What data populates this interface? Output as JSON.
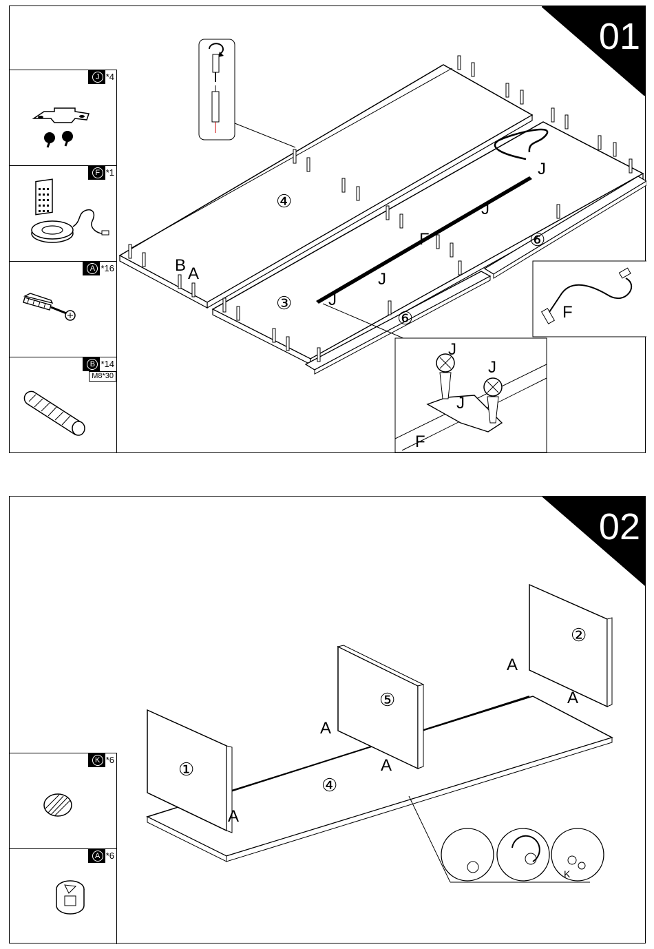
{
  "steps": [
    {
      "number": "01",
      "parts": [
        {
          "code": "J",
          "qty": "*4",
          "icon": "bracket-and-screws-icon"
        },
        {
          "code": "F",
          "qty": "*1",
          "icon": "led-light-strip-icon"
        },
        {
          "code": "A",
          "qty": "*16",
          "icon": "cam-bolt-icon"
        },
        {
          "code": "B",
          "qty": "*14",
          "size": "M8*30",
          "icon": "wooden-dowel-icon"
        }
      ],
      "labels": {
        "panel_4": "④",
        "panel_3": "③",
        "panel_6a": "⑥",
        "panel_6b": "⑥",
        "B": "B",
        "A": "A",
        "F": "F",
        "F_inset": "F",
        "F_detail": "F",
        "J1": "J",
        "J2": "J",
        "J3": "J",
        "J4": "J",
        "J_detail1": "J",
        "J_detail2": "J",
        "J_detail3": "J"
      }
    },
    {
      "number": "02",
      "parts": [
        {
          "code": "K",
          "qty": "*6",
          "icon": "screw-cap-icon"
        },
        {
          "code": "A",
          "qty": "*6",
          "icon": "cam-lock-icon"
        }
      ],
      "labels": {
        "panel_1": "①",
        "panel_2": "②",
        "panel_4": "④",
        "panel_5": "⑤",
        "A1": "A",
        "A2": "A",
        "A3": "A",
        "A4": "A",
        "A5": "A",
        "K": "K"
      }
    }
  ]
}
